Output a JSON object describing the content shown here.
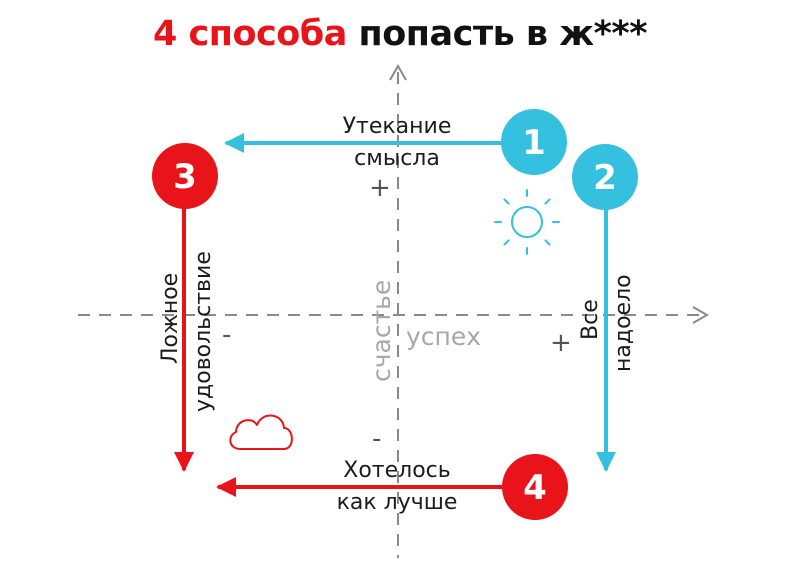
{
  "title": {
    "accent": "4 способа",
    "rest": "попасть в ж***"
  },
  "axes": {
    "horizontal_label": "успех",
    "vertical_label": "счастье",
    "plus_sign": "+",
    "minus_sign": "-"
  },
  "steps": [
    {
      "number": "1",
      "label_lines": [
        "Утекание",
        "смысла"
      ],
      "color": "#34c0de"
    },
    {
      "number": "2",
      "label_lines": [
        "Все",
        "надоело"
      ],
      "color": "#34c0de"
    },
    {
      "number": "3",
      "label_lines": [
        "Ложное",
        "удовольствие"
      ],
      "color": "#e8141a"
    },
    {
      "number": "4",
      "label_lines": [
        "Хотелось",
        "как лучше"
      ],
      "color": "#e8141a"
    }
  ],
  "icons": {
    "sun": "sun-icon",
    "cloud": "cloud-icon"
  },
  "colors": {
    "blue": "#34c0de",
    "red": "#e8141a",
    "axis": "#8a8a8a"
  }
}
